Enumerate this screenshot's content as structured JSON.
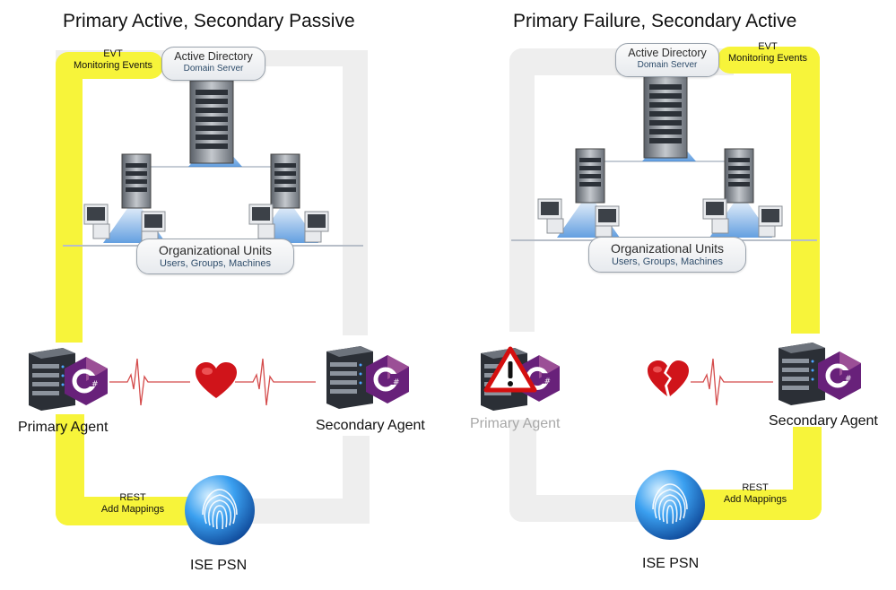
{
  "left": {
    "title": "Primary Active, Secondary Passive",
    "directory": {
      "title": "Active Directory",
      "subtitle": "Domain Server"
    },
    "ou": {
      "title": "Organizational Units",
      "subtitle": "Users, Groups, Machines"
    },
    "evt": {
      "line1": "EVT",
      "line2": "Monitoring Events"
    },
    "rest": {
      "line1": "REST",
      "line2": "Add Mappings"
    },
    "primary_agent": "Primary Agent",
    "secondary_agent": "Secondary Agent",
    "ise": "ISE PSN"
  },
  "right": {
    "title": "Primary Failure, Secondary Active",
    "directory": {
      "title": "Active Directory",
      "subtitle": "Domain Server"
    },
    "ou": {
      "title": "Organizational Units",
      "subtitle": "Users, Groups, Machines"
    },
    "evt": {
      "line1": "EVT",
      "line2": "Monitoring Events"
    },
    "rest": {
      "line1": "REST",
      "line2": "Add Mappings"
    },
    "primary_agent": "Primary Agent",
    "secondary_agent": "Secondary Agent",
    "ise": "ISE PSN"
  },
  "colors": {
    "active_path": "#f7f43a",
    "inactive_path": "#eeeeee",
    "heart": "#d0141a",
    "csharp": "#6a1f9a",
    "warning": "#d40f0f"
  }
}
